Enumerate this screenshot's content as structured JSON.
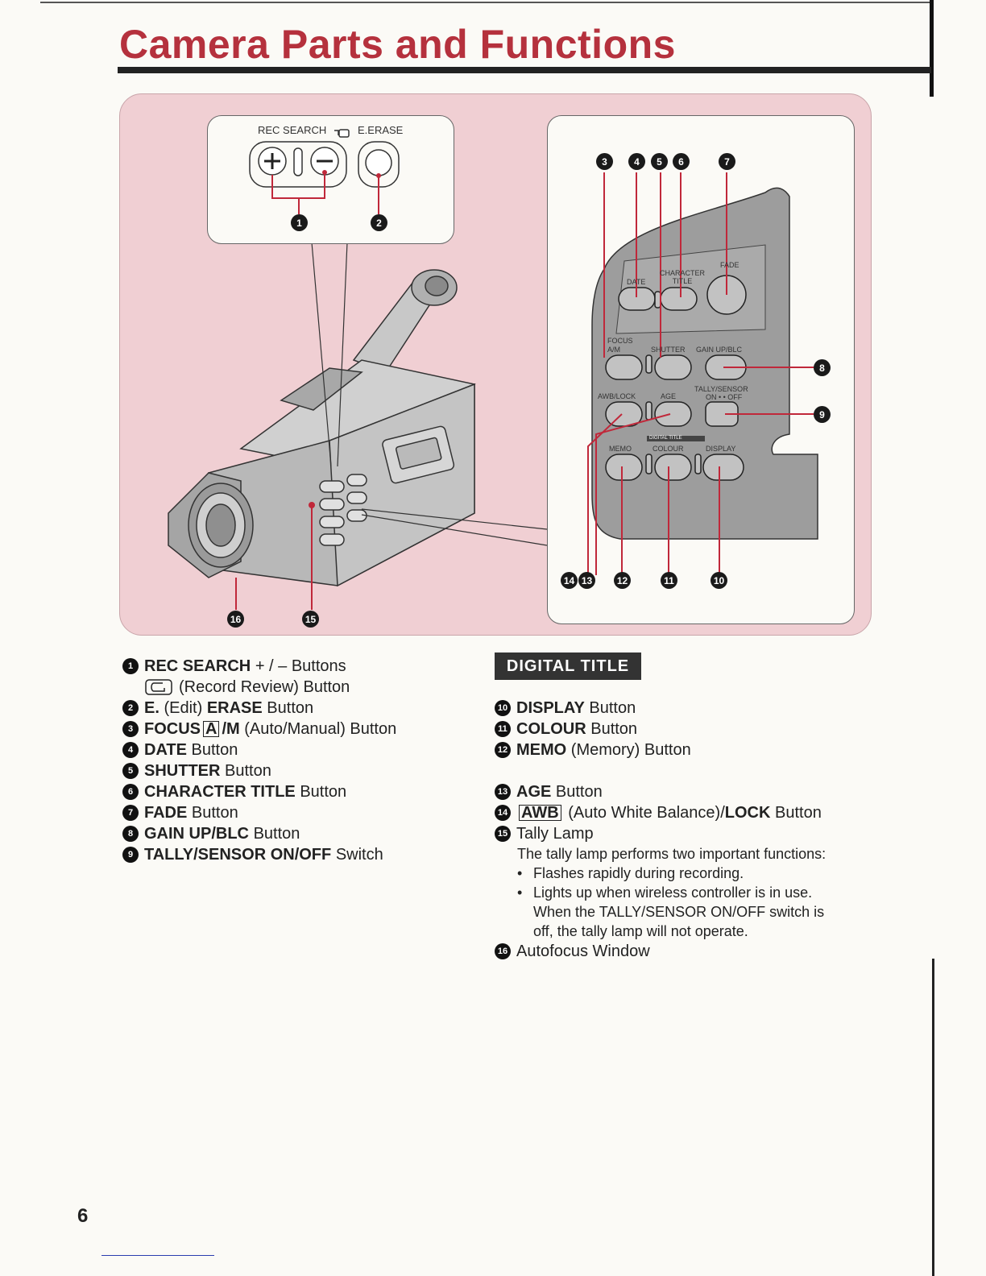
{
  "page": {
    "title": "Camera Parts and Functions",
    "page_number": "6"
  },
  "figure": {
    "inset_top": {
      "label_rec_search": "REC SEARCH",
      "label_erase": "E.ERASE",
      "callouts": [
        "1",
        "2"
      ]
    },
    "panel": {
      "labels": {
        "date": "DATE",
        "character_title": "CHARACTER TITLE",
        "fade": "FADE",
        "focus": "FOCUS",
        "focus_am": "A/M",
        "shutter": "SHUTTER",
        "gain": "GAIN UP/BLC",
        "awb_lock": "AWB/LOCK",
        "age": "AGE",
        "tally_sensor": "TALLY/SENSOR",
        "on_off": "ON • • OFF",
        "digital_title": "DIGITAL TITLE",
        "memo": "MEMO",
        "colour": "COLOUR",
        "display": "DISPLAY"
      },
      "callouts_top": [
        "3",
        "4",
        "5",
        "6",
        "7"
      ],
      "callouts_right": [
        "8",
        "9"
      ],
      "callouts_bottom": [
        "14",
        "13",
        "12",
        "11",
        "10"
      ]
    },
    "camera_callouts": [
      "16",
      "15"
    ]
  },
  "left_list": [
    {
      "num": "1",
      "bold": "REC SEARCH",
      "text": "+ / – Buttons"
    },
    {
      "icon": "record-review",
      "text": "(Record Review) Button"
    },
    {
      "num": "2",
      "bold_a": "E.",
      "mid": "(Edit)",
      "bold_b": "ERASE",
      "text": "Button"
    },
    {
      "num": "3",
      "bold": "FOCUS",
      "box": "A",
      "bold_c": "/M",
      "text": "(Auto/Manual) Button"
    },
    {
      "num": "4",
      "bold": "DATE",
      "text": "Button"
    },
    {
      "num": "5",
      "bold": "SHUTTER",
      "text": "Button"
    },
    {
      "num": "6",
      "bold": "CHARACTER TITLE",
      "text": "Button"
    },
    {
      "num": "7",
      "bold": "FADE",
      "text": "Button"
    },
    {
      "num": "8",
      "bold": "GAIN UP/BLC",
      "text": "Button"
    },
    {
      "num": "9",
      "bold": "TALLY/SENSOR ON/OFF",
      "text": "Switch"
    }
  ],
  "right_section": {
    "heading": "DIGITAL TITLE",
    "items_a": [
      {
        "num": "10",
        "bold": "DISPLAY",
        "text": "Button"
      },
      {
        "num": "11",
        "bold": "COLOUR",
        "text": "Button"
      },
      {
        "num": "12",
        "bold": "MEMO",
        "text": "(Memory) Button"
      }
    ],
    "item13": {
      "num": "13",
      "bold": "AGE",
      "text": "Button"
    },
    "item14": {
      "num": "14",
      "box": "AWB",
      "mid": "(Auto White Balance)/",
      "bold": "LOCK",
      "text": "Button"
    },
    "item15": {
      "num": "15",
      "text": "Tally Lamp"
    },
    "tally_desc": "The tally lamp performs two important functions:",
    "bullet1": "Flashes rapidly during recording.",
    "bullet2": "Lights up when wireless controller is in use.",
    "bullet2_cont1": "When the TALLY/SENSOR ON/OFF switch is",
    "bullet2_cont2": "off, the tally lamp will not operate.",
    "bullet_mark": "•",
    "item16": {
      "num": "16",
      "text": "Autofocus Window"
    }
  }
}
